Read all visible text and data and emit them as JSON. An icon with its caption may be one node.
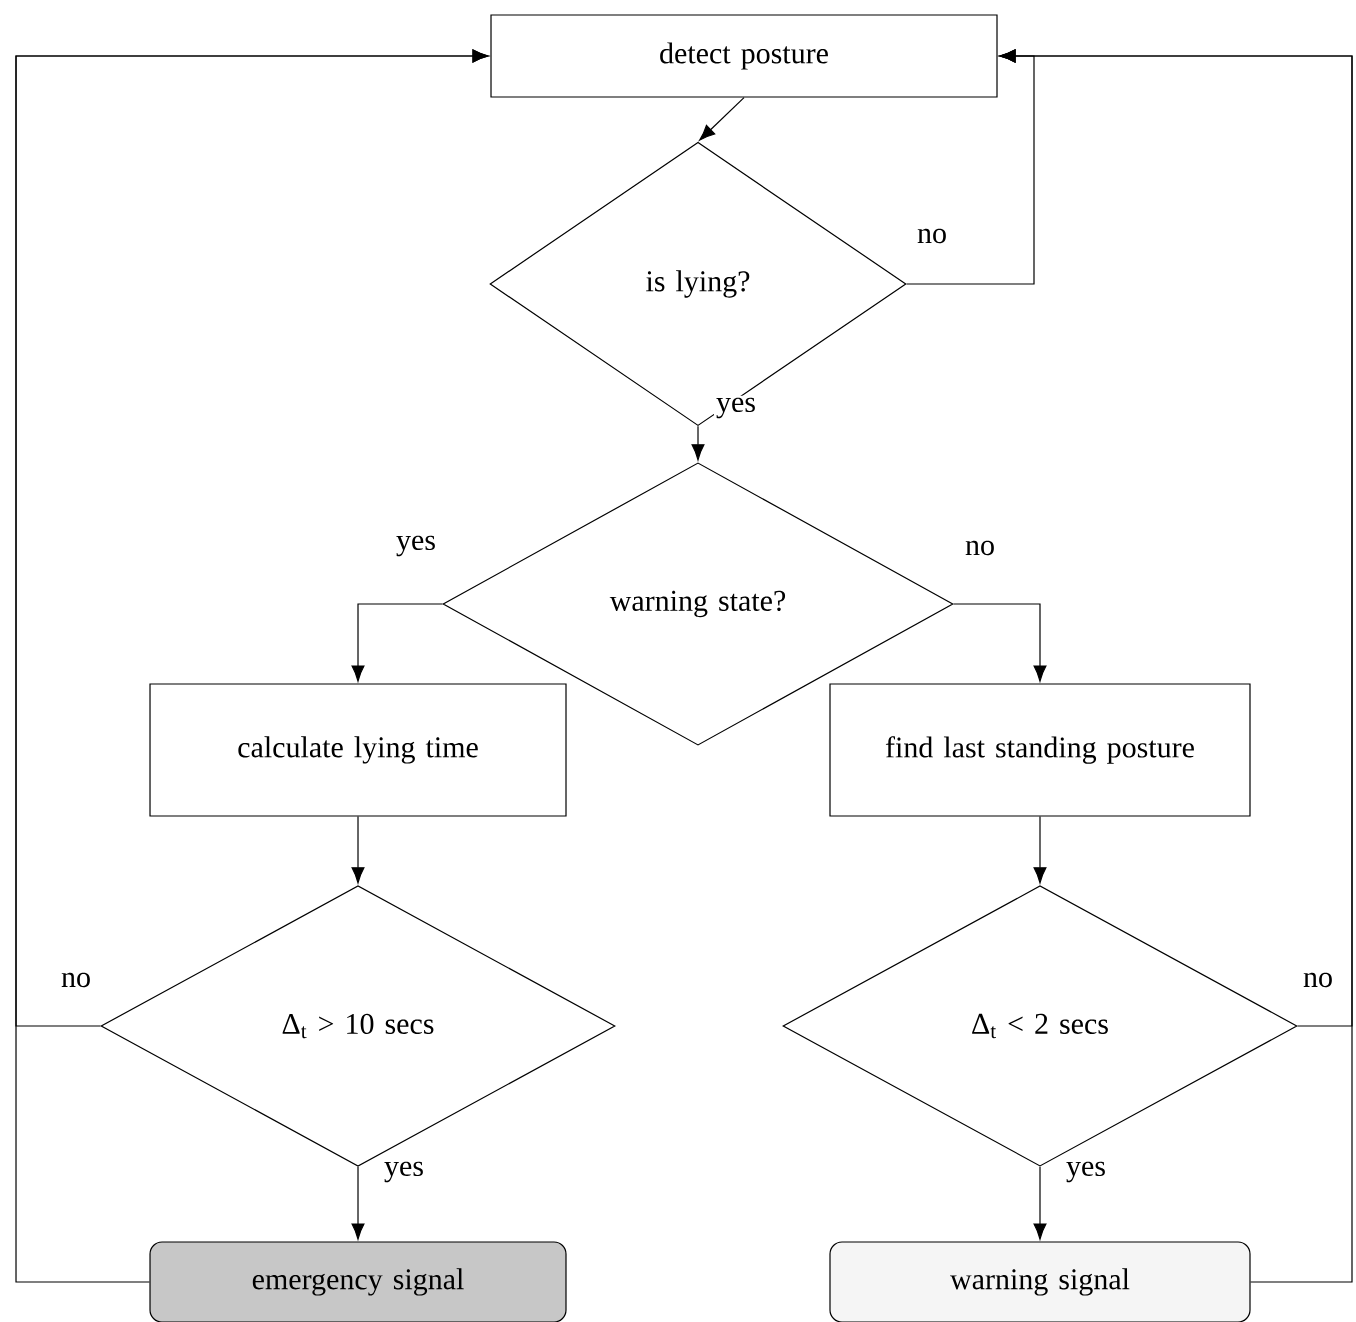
{
  "diagram": {
    "nodes": [
      {
        "text": [
          "detect posture"
        ]
      },
      {
        "text": [
          "is lying?"
        ]
      },
      {
        "text": [
          "warning state?"
        ]
      },
      {
        "text": [
          "calculate lying time"
        ]
      },
      {
        "text": [
          "find last standing posture"
        ]
      },
      {
        "text": [
          "Δ$_{t}$ > 10 secs"
        ]
      },
      {
        "text": [
          "Δ$_{t}$ < 2 secs"
        ]
      },
      {
        "text": [
          "emergency signal"
        ]
      },
      {
        "text": [
          "warning signal"
        ]
      }
    ],
    "edges": [
      {
        "from": 0,
        "to": 1,
        "arrow": "to"
      },
      {
        "from": 1,
        "to": 0,
        "arrow": "to",
        "label": "no"
      },
      {
        "from": 1,
        "to": 2,
        "arrow": "to",
        "label": "yes"
      },
      {
        "from": 2,
        "to": 3,
        "arrow": "to",
        "label": "yes"
      },
      {
        "from": 2,
        "to": 4,
        "arrow": "to",
        "label": "no"
      },
      {
        "from": 3,
        "to": 5,
        "arrow": "to"
      },
      {
        "from": 4,
        "to": 6,
        "arrow": "to"
      },
      {
        "from": 5,
        "to": 7,
        "arrow": "to",
        "label": "yes"
      },
      {
        "from": 6,
        "to": 8,
        "arrow": "to",
        "label": "yes"
      },
      {
        "from": 5,
        "to": 0,
        "arrow": "to",
        "label": "no"
      },
      {
        "from": 7,
        "to": 0,
        "arrow": "to"
      },
      {
        "from": 6,
        "to": 0,
        "arrow": "to",
        "label": "no"
      },
      {
        "from": 8,
        "to": 0,
        "arrow": "to"
      }
    ]
  }
}
